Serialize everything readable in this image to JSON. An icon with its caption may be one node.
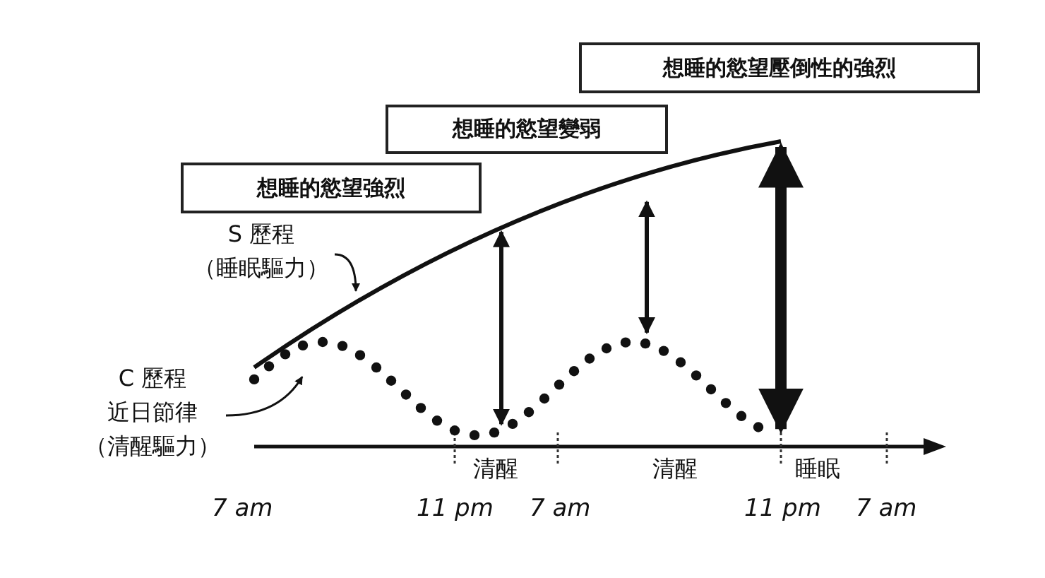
{
  "diagram": {
    "nodes": [
      {
        "text": [
          "想睡的慾望強烈"
        ]
      },
      {
        "text": [
          "想睡的慾望變弱"
        ]
      },
      {
        "text": [
          "想睡的慾望壓倒性的強烈"
        ]
      },
      {
        "text": [
          "S 歷程",
          "（睡眠驅力）"
        ]
      },
      {
        "text": [],
        "shape": "curve"
      },
      {
        "text": [
          "C 歷程",
          "近日節律",
          "（清醒驅力）"
        ]
      },
      {
        "text": [],
        "shape": "curve"
      }
    ],
    "edges": [
      {
        "from": 3,
        "to": 4,
        "arrow": "to"
      },
      {
        "from": 5,
        "to": 6,
        "arrow": "to"
      },
      {
        "from": 4,
        "to": 6,
        "arrow": "both"
      },
      {
        "from": 4,
        "to": 6,
        "arrow": "both"
      },
      {
        "from": 4,
        "to": 6,
        "arrow": "both",
        "style": "thick"
      }
    ],
    "labels": [
      "清醒",
      "清醒",
      "睡眠",
      "7 am",
      "11 pm",
      "7 am",
      "11 pm",
      "7 am"
    ]
  }
}
